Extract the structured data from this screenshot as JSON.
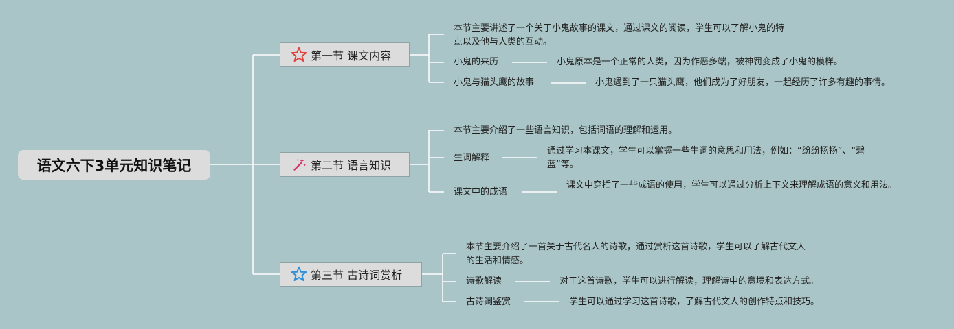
{
  "root": {
    "title": "语文六下3单元知识笔记"
  },
  "sections": [
    {
      "title": "第一节 课文内容",
      "icon": "red-star-outline-icon",
      "summary": "本节主要讲述了一个关于小鬼故事的课文，通过课文的阅读，学生可以了解小鬼的特点以及他与人类的互动。",
      "items": [
        {
          "label": "小鬼的来历",
          "detail": "小鬼原本是一个正常的人类，因为作恶多端，被神罚变成了小鬼的模样。"
        },
        {
          "label": "小鬼与猫头鹰的故事",
          "detail": "小鬼遇到了一只猫头鹰，他们成为了好朋友，一起经历了许多有趣的事情。"
        }
      ]
    },
    {
      "title": "第二节 语言知识",
      "icon": "magic-wand-icon",
      "summary": "本节主要介绍了一些语言知识，包括词语的理解和运用。",
      "items": [
        {
          "label": "生词解释",
          "detail": "通过学习本课文，学生可以掌握一些生词的意思和用法，例如：“纷纷扬扬”、“碧蓝”等。"
        },
        {
          "label": "课文中的成语",
          "detail": "课文中穿插了一些成语的使用，学生可以通过分析上下文来理解成语的意义和用法。"
        }
      ]
    },
    {
      "title": "第三节 古诗词赏析",
      "icon": "blue-star-outline-icon",
      "summary": "本节主要介绍了一首关于古代名人的诗歌，通过赏析这首诗歌，学生可以了解古代文人的生活和情感。",
      "items": [
        {
          "label": "诗歌解读",
          "detail": "对于这首诗歌，学生可以进行解读，理解诗中的意境和表达方式。"
        },
        {
          "label": "古诗词鉴赏",
          "detail": "学生可以通过学习这首诗歌，了解古代文人的创作特点和技巧。"
        }
      ]
    }
  ],
  "colors": {
    "background": "#aac5c7",
    "node": "#dcdcdc",
    "line": "#ffffff",
    "red_star": "#e0403a",
    "wand": "#d6336c",
    "blue_star": "#2f8fd8"
  }
}
